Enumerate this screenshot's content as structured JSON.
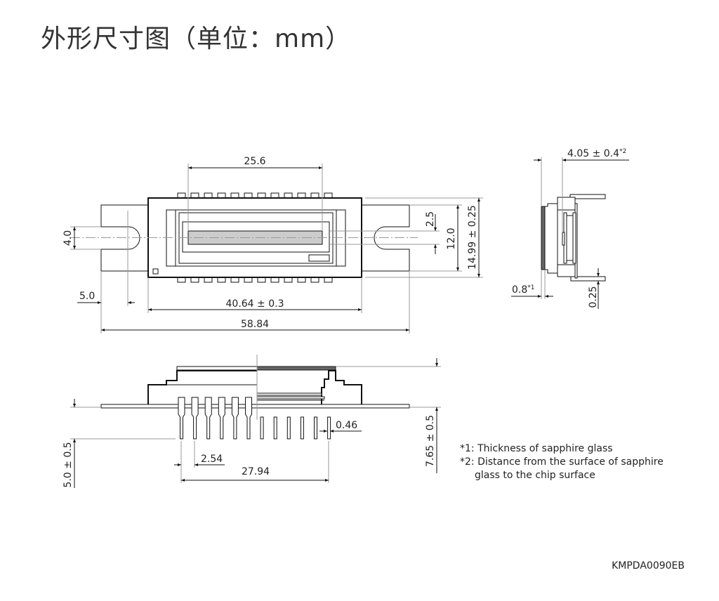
{
  "title": "外形尺寸图（单位：mm）",
  "top_view": {
    "dim_active_length": "25.6",
    "dim_slot_width": "4.0",
    "dim_slot_depth": "5.0",
    "dim_body_length": "40.64 ± 0.3",
    "dim_total_length": "58.84",
    "dim_active_offset": "2.5",
    "dim_flange_width": "12.0",
    "dim_body_width": "14.99 ± 0.25",
    "pin_count_per_side": 12
  },
  "side_view": {
    "dim_surface_to_chip": "4.05 ± 0.4",
    "dim_surface_to_chip_note": "*2",
    "dim_glass": "0.8",
    "dim_glass_note": "*1",
    "dim_lead_thickness": "0.25"
  },
  "front_view": {
    "dim_pin_diameter": "0.46",
    "dim_pin_pitch": "2.54",
    "dim_pin_span": "27.94",
    "dim_height": "7.65 ± 0.5",
    "dim_pin_length": "5.0 ± 0.5"
  },
  "notes": [
    "*1: Thickness of sapphire glass",
    "*2: Distance from the surface of sapphire",
    "glass to the chip surface"
  ],
  "drawing_id": "KMPDA0090EB",
  "colors": {
    "glass": "#666666",
    "active_area": "#cccccc"
  }
}
